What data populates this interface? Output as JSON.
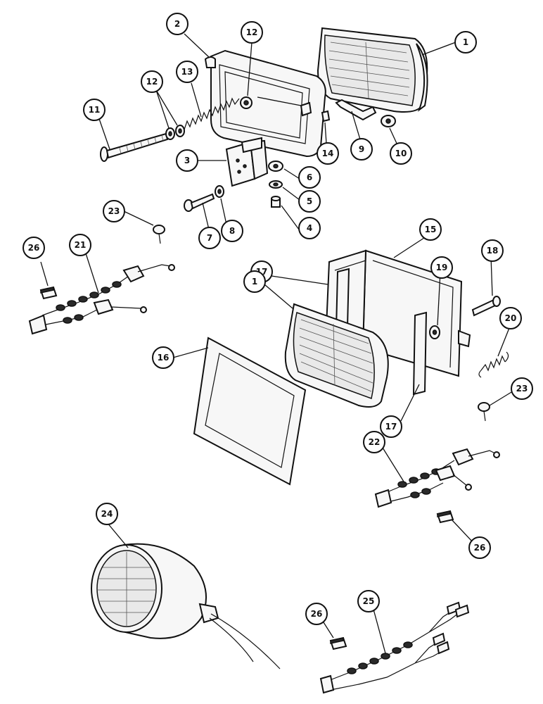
{
  "callouts": [
    {
      "id": "c1a",
      "label": "1"
    },
    {
      "id": "c2",
      "label": "2"
    },
    {
      "id": "c12a",
      "label": "12"
    },
    {
      "id": "c13",
      "label": "13"
    },
    {
      "id": "c12b",
      "label": "12"
    },
    {
      "id": "c11",
      "label": "11"
    },
    {
      "id": "c3",
      "label": "3"
    },
    {
      "id": "c14",
      "label": "14"
    },
    {
      "id": "c9",
      "label": "9"
    },
    {
      "id": "c10",
      "label": "10"
    },
    {
      "id": "c6",
      "label": "6"
    },
    {
      "id": "c5",
      "label": "5"
    },
    {
      "id": "c4",
      "label": "4"
    },
    {
      "id": "c7",
      "label": "7"
    },
    {
      "id": "c8",
      "label": "8"
    },
    {
      "id": "c23a",
      "label": "23"
    },
    {
      "id": "c26a",
      "label": "26"
    },
    {
      "id": "c21",
      "label": "21"
    },
    {
      "id": "c15",
      "label": "15"
    },
    {
      "id": "c17a",
      "label": "17"
    },
    {
      "id": "c1b",
      "label": "1"
    },
    {
      "id": "c19",
      "label": "19"
    },
    {
      "id": "c18",
      "label": "18"
    },
    {
      "id": "c20",
      "label": "20"
    },
    {
      "id": "c16",
      "label": "16"
    },
    {
      "id": "c17b",
      "label": "17"
    },
    {
      "id": "c23b",
      "label": "23"
    },
    {
      "id": "c22",
      "label": "22"
    },
    {
      "id": "c26b",
      "label": "26"
    },
    {
      "id": "c24",
      "label": "24"
    },
    {
      "id": "c25",
      "label": "25"
    },
    {
      "id": "c26c",
      "label": "26"
    }
  ]
}
